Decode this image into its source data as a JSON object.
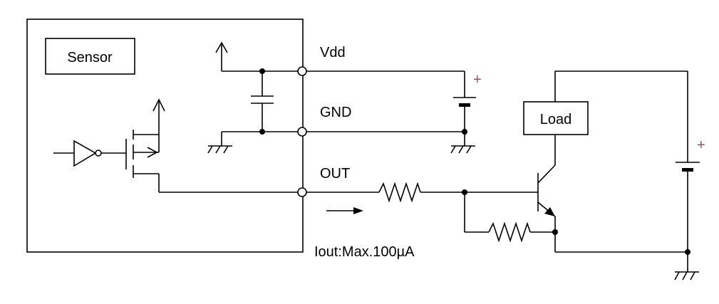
{
  "labels": {
    "sensor": "Sensor",
    "vdd": "Vdd",
    "gnd": "GND",
    "out": "OUT",
    "load": "Load",
    "iout": "Iout:Max.100µA",
    "plus_sign": "+"
  },
  "colors": {
    "wire": "#000000",
    "plus": "#a05060"
  }
}
